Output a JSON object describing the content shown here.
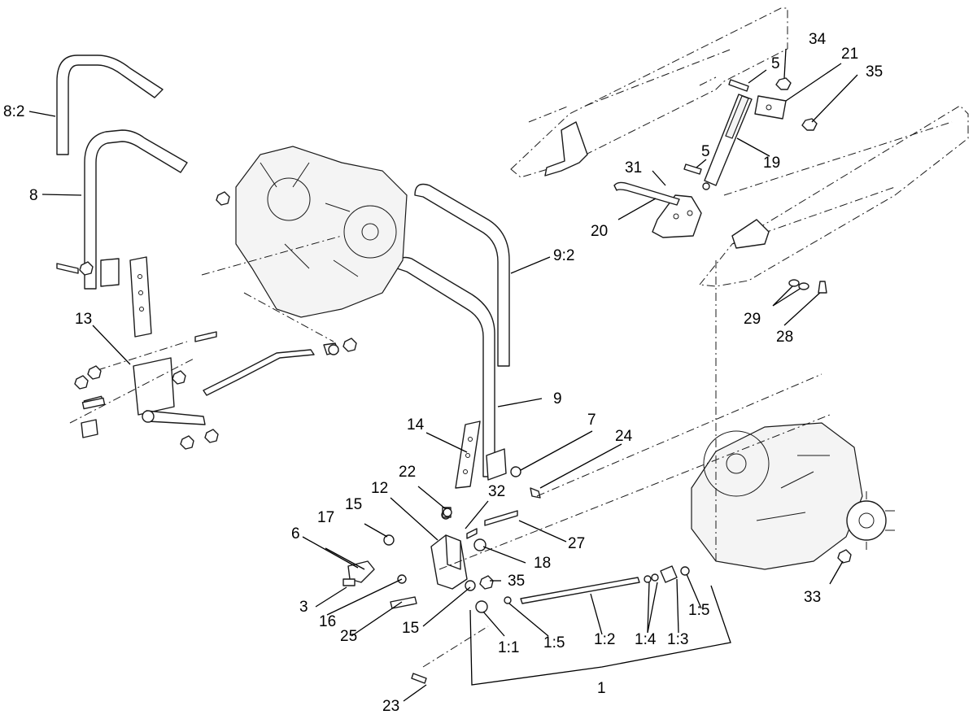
{
  "callouts": {
    "c_8_2": "8:2",
    "c_8": "8",
    "c_9_2": "9:2",
    "c_9": "9",
    "c_13": "13",
    "c_14": "14",
    "c_7": "7",
    "c_24": "24",
    "c_22": "22",
    "c_32": "32",
    "c_12": "12",
    "c_15a": "15",
    "c_17": "17",
    "c_6": "6",
    "c_27": "27",
    "c_18": "18",
    "c_35a": "35",
    "c_3": "3",
    "c_16": "16",
    "c_25": "25",
    "c_15b": "15",
    "c_1_1": "1:1",
    "c_1_5a": "1:5",
    "c_1_2": "1:2",
    "c_1_4": "1:4",
    "c_1_3": "1:3",
    "c_1_5b": "1:5",
    "c_1": "1",
    "c_23": "23",
    "c_33": "33",
    "c_5a": "5",
    "c_34": "34",
    "c_21": "21",
    "c_35b": "35",
    "c_5b": "5",
    "c_19": "19",
    "c_31": "31",
    "c_20": "20",
    "c_29": "29",
    "c_28": "28"
  }
}
